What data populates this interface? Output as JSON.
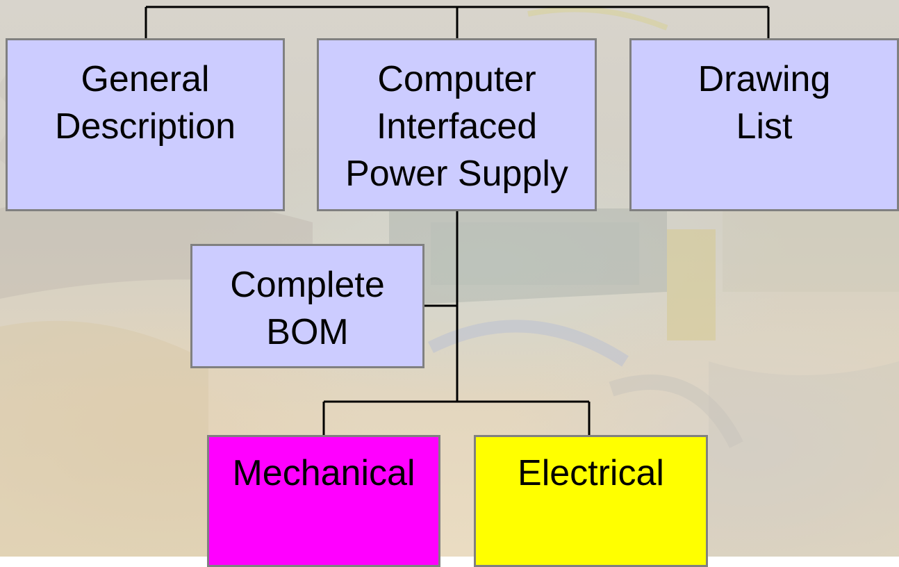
{
  "diagram": {
    "nodes": {
      "general_description": "General\nDescription",
      "computer_interfaced_power_supply": "Computer\nInterfaced\nPower Supply",
      "drawing_list": "Drawing\nList",
      "complete_bom": "Complete\nBOM",
      "mechanical": "Mechanical",
      "electrical": "Electrical"
    },
    "colors": {
      "default_box": "#ccccff",
      "mechanical_box": "#ff00ff",
      "electrical_box": "#ffff00",
      "connector": "#000000",
      "box_border": "#808080"
    },
    "edges": [
      [
        "computer_interfaced_power_supply",
        "general_description"
      ],
      [
        "computer_interfaced_power_supply",
        "drawing_list"
      ],
      [
        "computer_interfaced_power_supply",
        "complete_bom"
      ],
      [
        "computer_interfaced_power_supply",
        "mechanical"
      ],
      [
        "computer_interfaced_power_supply",
        "electrical"
      ]
    ]
  }
}
